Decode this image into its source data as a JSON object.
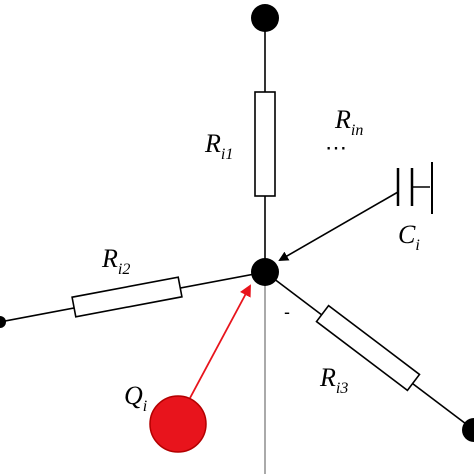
{
  "labels": {
    "r_i1": {
      "main": "R",
      "sub": "i1"
    },
    "r_in": {
      "main": "R",
      "sub": "in"
    },
    "r_i2": {
      "main": "R",
      "sub": "i2"
    },
    "r_i3": {
      "main": "R",
      "sub": "i3"
    },
    "c_i": {
      "main": "C",
      "sub": "i"
    },
    "q_i": {
      "main": "Q",
      "sub": "i"
    },
    "ellipsis": "⋯",
    "sign": "-"
  },
  "colors": {
    "line": "#000000",
    "node": "#000000",
    "source_fill": "#e8141c",
    "source_stroke": "#b30000",
    "arrow_red": "#e8141c",
    "resistor_fill": "#ffffff"
  }
}
